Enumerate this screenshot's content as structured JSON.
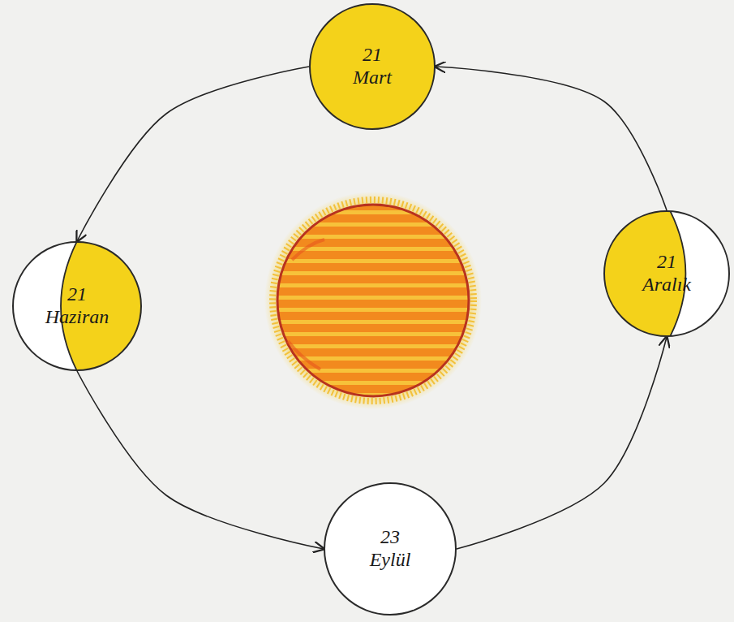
{
  "diagram": {
    "nodes": [
      {
        "text": [
          "21 Mart"
        ]
      },
      {
        "text": [
          "21 Haziran"
        ]
      },
      {
        "text": [
          "21 Aralık"
        ]
      },
      {
        "text": [
          "23 Eylül"
        ]
      }
    ],
    "edges": [
      {
        "from": 0,
        "to": 1,
        "arrow": "to"
      },
      {
        "from": 1,
        "to": 3,
        "arrow": "to"
      },
      {
        "from": 3,
        "to": 2,
        "arrow": "to"
      },
      {
        "from": 2,
        "to": 0,
        "arrow": "to"
      }
    ]
  }
}
